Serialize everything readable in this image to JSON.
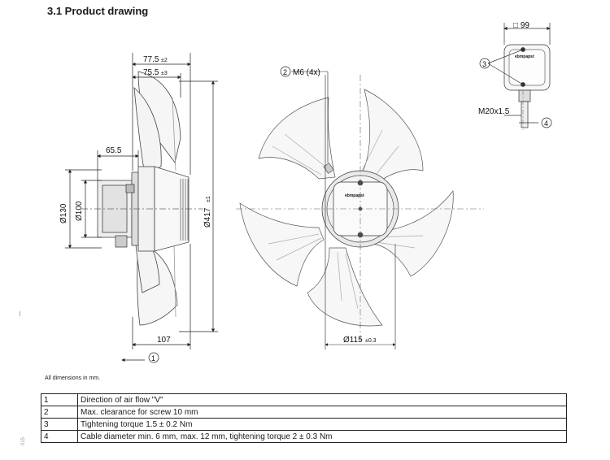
{
  "title": "3.1 Product drawing",
  "note": "All dimensions in mm.",
  "margin_code": "015",
  "dims": {
    "d77": "77.5",
    "d77_tol": "±2",
    "d75": "75.5",
    "d75_tol": "±3",
    "d65": "65.5",
    "d130": "Ø130",
    "d100": "Ø100",
    "d417": "Ø417",
    "d417_tol": "±1",
    "d107": "107",
    "callout1": "1",
    "callout2": "2",
    "m6": "M6 (4x)",
    "d115": "Ø115",
    "d115_tol": "±0.3",
    "d99": "□ 99",
    "callout3": "3",
    "m20": "M20x1.5",
    "callout4": "4",
    "logo": "ebmpapst"
  },
  "legend": [
    {
      "num": "1",
      "text": "Direction of air flow \"V\""
    },
    {
      "num": "2",
      "text": "Max. clearance for screw 10 mm"
    },
    {
      "num": "3",
      "text": "Tightening torque 1.5 ± 0.2 Nm"
    },
    {
      "num": "4",
      "text": "Cable diameter min. 6 mm, max. 12 mm, tightening torque 2 ± 0.3 Nm"
    }
  ]
}
